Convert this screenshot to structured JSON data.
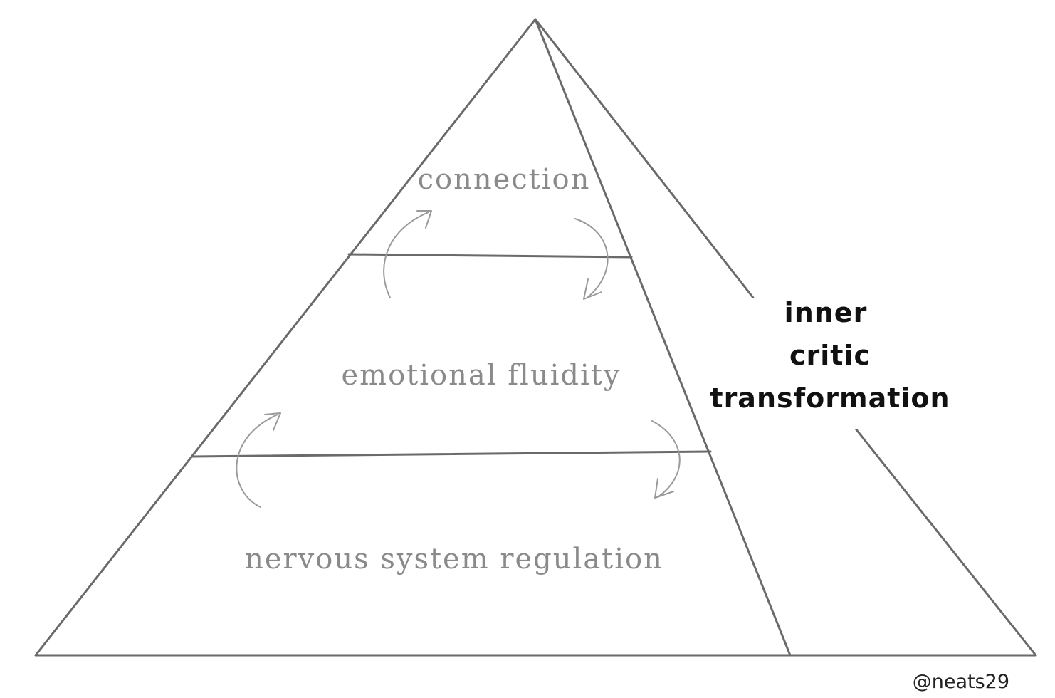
{
  "pyramid": {
    "tiers": [
      {
        "label": "connection"
      },
      {
        "label": "emotional fluidity"
      },
      {
        "label": "nervous system regulation"
      }
    ],
    "side": {
      "lines": [
        "inner",
        "critic",
        "transformation"
      ]
    },
    "credit": "@neats29"
  },
  "colors": {
    "outline": "#6a6a6a",
    "arrows": "#9a9a9a",
    "tier_text": "#8a8a8a",
    "side_text": "#111111"
  }
}
